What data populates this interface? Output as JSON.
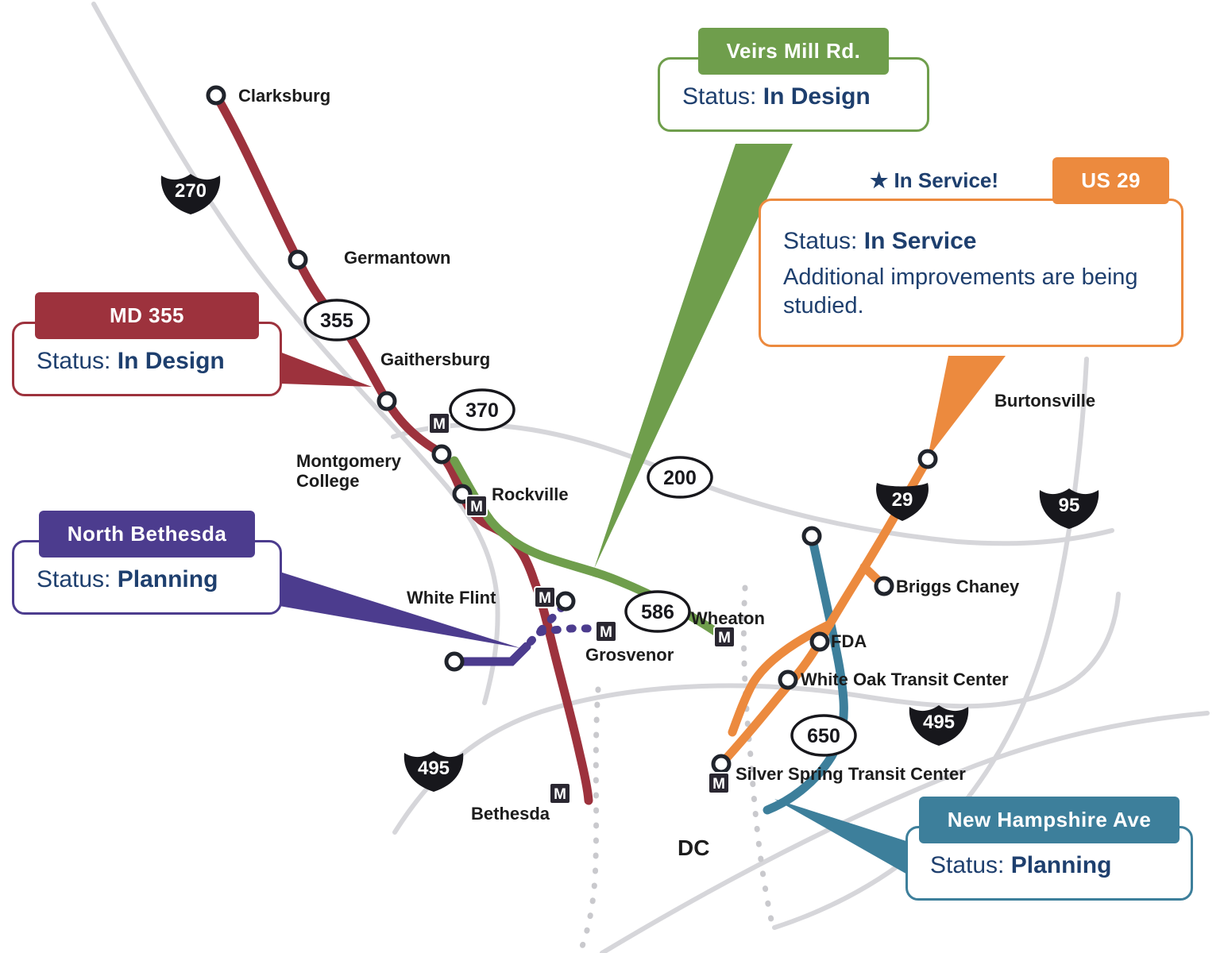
{
  "map": {
    "metro_label": "M",
    "dc_label": "DC",
    "in_service_note": "★ In Service!",
    "places": {
      "clarksburg": "Clarksburg",
      "germantown": "Germantown",
      "gaithersburg": "Gaithersburg",
      "montgomery_college": "Montgomery College",
      "rockville": "Rockville",
      "white_flint": "White Flint",
      "grosvenor": "Grosvenor",
      "wheaton": "Wheaton",
      "bethesda": "Bethesda",
      "burtonsville": "Burtonsville",
      "briggs_chaney": "Briggs Chaney",
      "fda": "FDA",
      "white_oak": "White Oak Transit Center",
      "silver_spring": "Silver Spring Transit Center"
    },
    "shields": {
      "i270": "270",
      "i495_west": "495",
      "i495_east": "495",
      "i95": "95",
      "us29": "29",
      "md355": "355",
      "md370": "370",
      "md200": "200",
      "md586": "586",
      "md650": "650"
    },
    "callouts": {
      "veirs_mill": {
        "title": "Veirs Mill Rd.",
        "status_label": "Status:",
        "status_value": "In Design"
      },
      "us29": {
        "title": "US 29",
        "status_label": "Status:",
        "status_value": "In Service",
        "note": "Additional improvements are being studied."
      },
      "md355": {
        "title": "MD 355",
        "status_label": "Status:",
        "status_value": "In Design"
      },
      "north_bethesda": {
        "title": "North Bethesda",
        "status_label": "Status:",
        "status_value": "Planning"
      },
      "new_hampshire": {
        "title": "New Hampshire Ave",
        "status_label": "Status:",
        "status_value": "Planning"
      }
    },
    "colors": {
      "md355_route": "#9d323d",
      "veirs_mill_route": "#6f9e4c",
      "north_bethesda_route": "#4c3c8e",
      "us29_route": "#ec8a3e",
      "new_hampshire_route": "#3d7f9b",
      "status_text": "#1e3f6e",
      "highway_gray": "#d6d6da"
    }
  }
}
